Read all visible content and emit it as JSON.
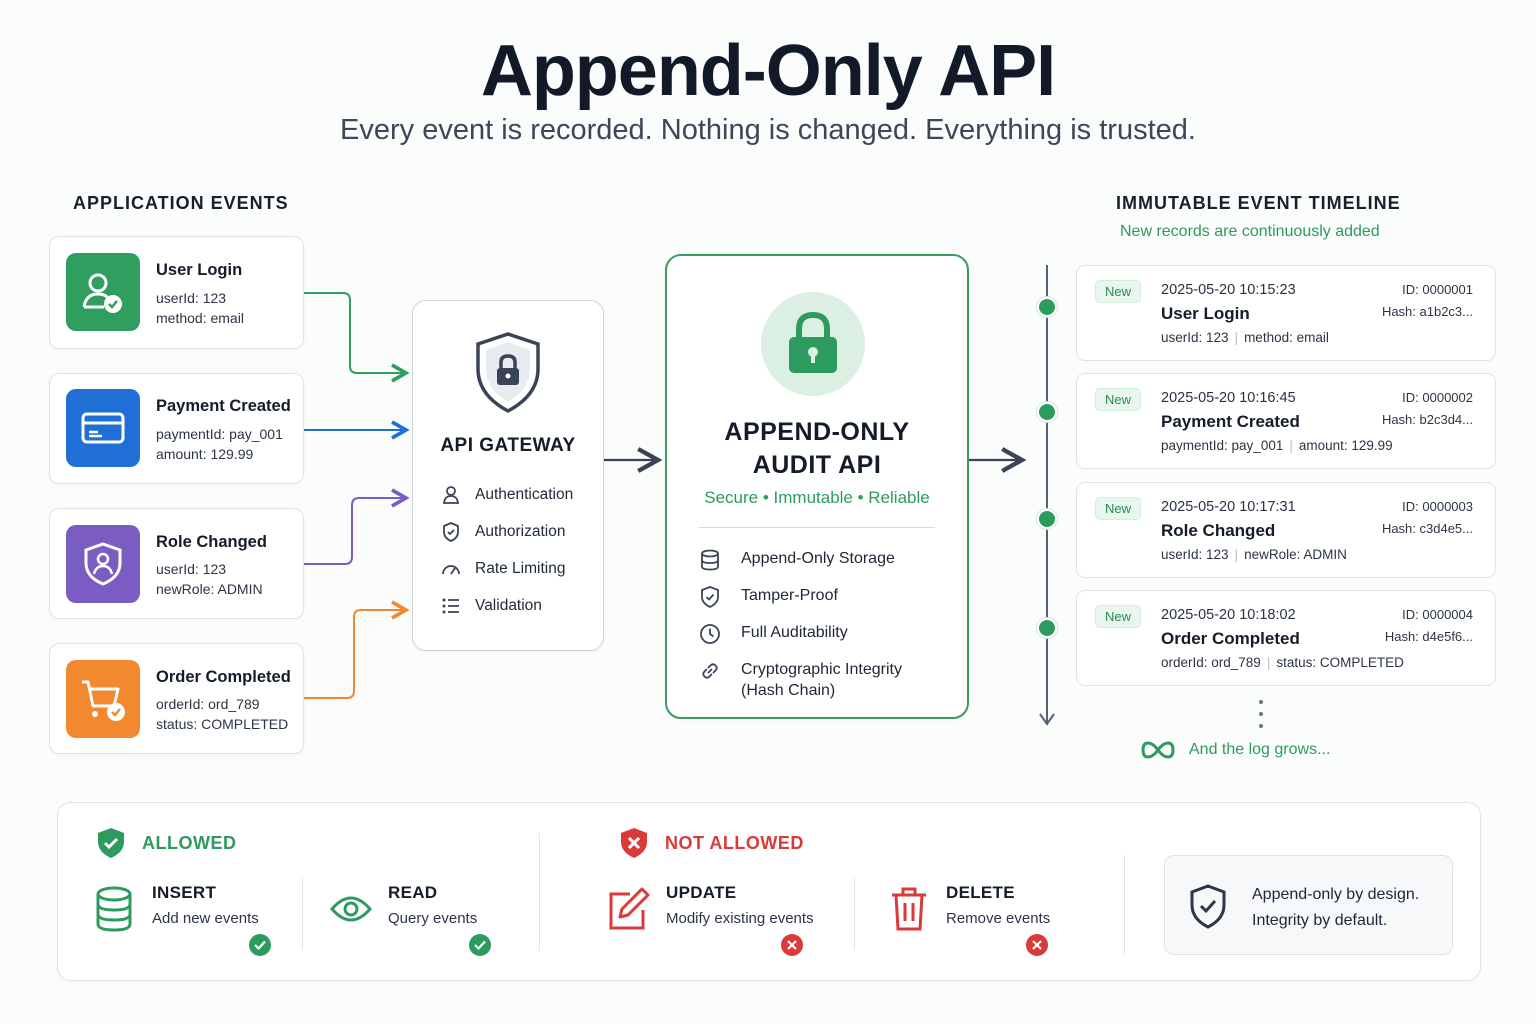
{
  "header": {
    "title": "Append-Only API",
    "subtitle": "Every event is recorded. Nothing is changed. Everything is trusted."
  },
  "events": {
    "heading": "APPLICATION EVENTS",
    "items": [
      {
        "title": "User Login",
        "line1": "userId: 123",
        "line2": "method: email",
        "color": "#2f9e5f",
        "icon": "user-check-icon"
      },
      {
        "title": "Payment Created",
        "line1": "paymentId: pay_001",
        "line2": "amount: 129.99",
        "color": "#1f6fd6",
        "icon": "credit-card-icon"
      },
      {
        "title": "Role Changed",
        "line1": "userId: 123",
        "line2": "newRole:  ADMIN",
        "color": "#7a5cc2",
        "icon": "shield-user-icon"
      },
      {
        "title": "Order Completed",
        "line1": "orderId: ord_789",
        "line2": "status: COMPLETED",
        "color": "#f2882f",
        "icon": "cart-check-icon"
      }
    ]
  },
  "gateway": {
    "title": "API GATEWAY",
    "items": [
      {
        "label": "Authentication",
        "icon": "user-icon"
      },
      {
        "label": "Authorization",
        "icon": "shield-check-icon"
      },
      {
        "label": "Rate Limiting",
        "icon": "gauge-icon"
      },
      {
        "label": "Validation",
        "icon": "list-icon"
      }
    ]
  },
  "audit": {
    "title_line1": "APPEND-ONLY",
    "title_line2": "AUDIT API",
    "tagline": "Secure • Immutable • Reliable",
    "items": [
      {
        "label": "Append-Only Storage",
        "icon": "database-icon"
      },
      {
        "label": "Tamper-Proof",
        "icon": "shield-check-icon"
      },
      {
        "label": "Full Auditability",
        "icon": "clock-icon"
      },
      {
        "label": "Cryptographic Integrity",
        "label2": "(Hash Chain)",
        "icon": "chain-icon"
      }
    ]
  },
  "timeline": {
    "heading": "IMMUTABLE EVENT TIMELINE",
    "subheading": "New records are continuously added",
    "badge": "New",
    "records": [
      {
        "date": "2025-05-20 10:15:23",
        "title": "User Login",
        "f1": "userId: 123",
        "f2": "method: email",
        "id": "ID: 0000001",
        "hash": "Hash: a1b2c3..."
      },
      {
        "date": "2025-05-20 10:16:45",
        "title": "Payment Created",
        "f1": "paymentId: pay_001",
        "f2": "amount: 129.99",
        "id": "ID: 0000002",
        "hash": "Hash: b2c3d4..."
      },
      {
        "date": "2025-05-20 10:17:31",
        "title": "Role Changed",
        "f1": "userId: 123",
        "f2": "newRole: ADMIN",
        "id": "ID: 0000003",
        "hash": "Hash: c3d4e5..."
      },
      {
        "date": "2025-05-20 10:18:02",
        "title": "Order Completed",
        "f1": "orderId: ord_789",
        "f2": "status: COMPLETED",
        "id": "ID: 0000004",
        "hash": "Hash: d4e5f6..."
      }
    ],
    "footer": "And the log grows..."
  },
  "rules": {
    "allowed_heading": "ALLOWED",
    "not_allowed_heading": "NOT ALLOWED",
    "allowed": [
      {
        "title": "INSERT",
        "desc": "Add new events",
        "icon": "database-icon"
      },
      {
        "title": "READ",
        "desc": "Query events",
        "icon": "eye-icon"
      }
    ],
    "not_allowed": [
      {
        "title": "UPDATE",
        "desc": "Modify existing events",
        "icon": "edit-icon"
      },
      {
        "title": "DELETE",
        "desc": "Remove events",
        "icon": "trash-icon"
      }
    ],
    "note_line1": "Append-only by design.",
    "note_line2": "Integrity by default."
  },
  "colors": {
    "green": "#2d9b5e",
    "red": "#d93a3a",
    "navy": "#121a2a"
  }
}
